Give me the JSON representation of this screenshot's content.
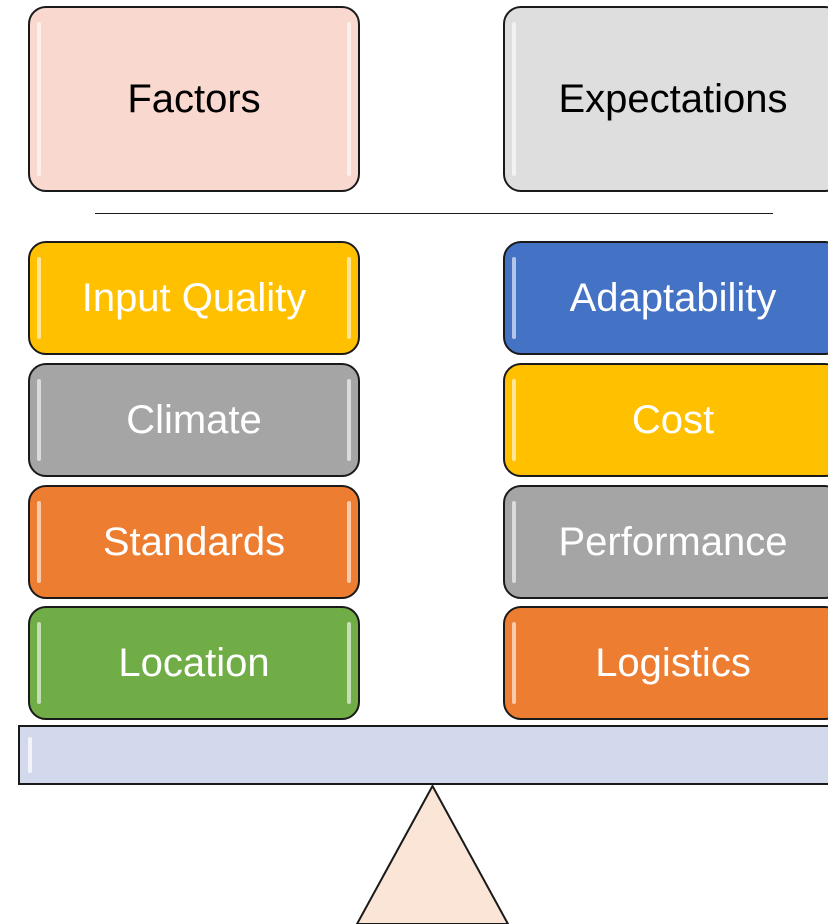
{
  "factors": {
    "header": "Factors",
    "items": [
      "Input Quality",
      "Climate",
      "Standards",
      "Location"
    ]
  },
  "expectations": {
    "header": "Expectations",
    "items": [
      "Adaptability",
      "Cost",
      "Performance",
      "Logistics"
    ]
  },
  "colors": {
    "factors_header": "#f8d8cf",
    "expectations_header": "#dedede",
    "gold": "#ffc000",
    "gray": "#a5a5a5",
    "orange": "#ed7d31",
    "green": "#70ad47",
    "blue": "#4472c4",
    "beam": "#d2d9ec",
    "fulcrum": "#fbe5d6"
  }
}
